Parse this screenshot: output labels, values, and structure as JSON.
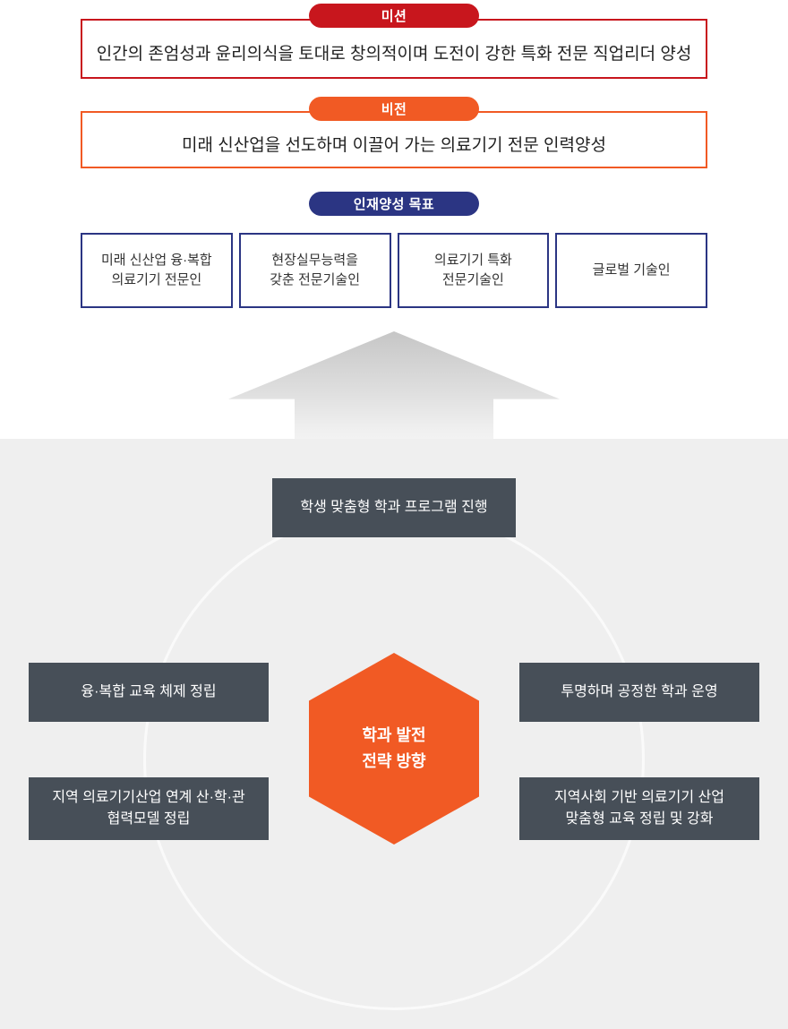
{
  "mission": {
    "badge": "미션",
    "text": "인간의 존엄성과 윤리의식을 토대로 창의적이며 도전이 강한 특화 전문 직업리더 양성"
  },
  "vision": {
    "badge": "비전",
    "text": "미래 신산업을 선도하며 이끌어 가는 의료기기 전문 인력양성"
  },
  "goals": {
    "badge": "인재양성 목표",
    "items": [
      "미래 신산업 융·복합\n의료기기 전문인",
      "현장실무능력을\n갖춘 전문기술인",
      "의료기기 특화\n전문기술인",
      "글로벌 기술인"
    ]
  },
  "strategy": {
    "center": "학과 발전\n전략 방향",
    "top": "학생 맞춤형 학과 프로그램 진행",
    "left": [
      "융·복합 교육 체제 정립",
      "지역 의료기기산업 연계 산·학·관\n협력모델 정립"
    ],
    "right": [
      "투명하며 공정한 학과 운영",
      "지역사회 기반 의료기기 산업\n맞춤형 교육 정립 및 강화"
    ]
  },
  "colors": {
    "mission_red": "#c8161d",
    "vision_orange": "#f15a24",
    "goal_navy": "#2b3583",
    "box_slate": "#474f58",
    "hexagon_orange": "#f15a24",
    "section_bg": "#efefef"
  }
}
